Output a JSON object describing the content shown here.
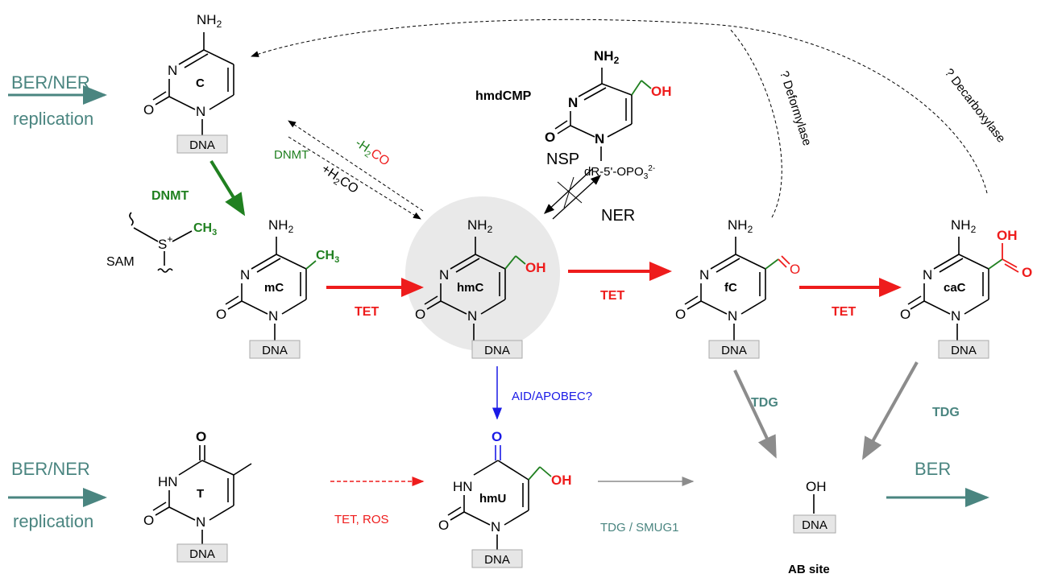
{
  "colors": {
    "teal": "#4a8580",
    "green": "#208020",
    "red": "#ee1c1c",
    "blue": "#1a1ae6",
    "gray": "#8c8c8c",
    "black": "#000000",
    "circle": "#e9e9e9"
  },
  "side": {
    "top_ber": "BER/NER",
    "top_replication": "replication",
    "bottom_ber": "BER/NER",
    "bottom_replication": "replication",
    "ber_right": "BER"
  },
  "nucleosides": {
    "C": "C",
    "mC": "mC",
    "hmC": "hmC",
    "fC": "fC",
    "caC": "caC",
    "T": "T",
    "hmU": "hmU",
    "dna": "DNA",
    "nh2": "NH",
    "n": "N",
    "hn": "HN",
    "o": "O",
    "oh": "OH",
    "ch3": "CH",
    "sub2": "2",
    "sub3": "3"
  },
  "sam": {
    "label": "SAM",
    "s": "S",
    "plus": "+",
    "ch3": "CH",
    "sub3": "3"
  },
  "hmdcmp": {
    "title": "hmdCMP",
    "phosphate_a": "dR-5'-OPO",
    "phosphate_sub": "3",
    "phosphate_sup": "2-"
  },
  "labels": {
    "dnmt_green": "DNMT",
    "dnmt_small": "DNMT",
    "minus_h2co_a": "-H",
    "minus_h2co_b": "2",
    "minus_h2co_c": "CO",
    "plus_h2co_a": "+H",
    "plus_h2co_b": "2",
    "plus_h2co_c": "CO",
    "nsp": "NSP",
    "ner": "NER",
    "tet1": "TET",
    "tet2": "TET",
    "tet3": "TET",
    "aid": "AID/APOBEC?",
    "tet_ros": "TET, ROS",
    "tdg_smug": "TDG / SMUG1",
    "tdg1": "TDG",
    "tdg2": "TDG",
    "deformylase": "? Deformylase",
    "decarboxylase": "? Decarboxylase",
    "ab_oh": "OH",
    "ab_site": "AB site"
  }
}
